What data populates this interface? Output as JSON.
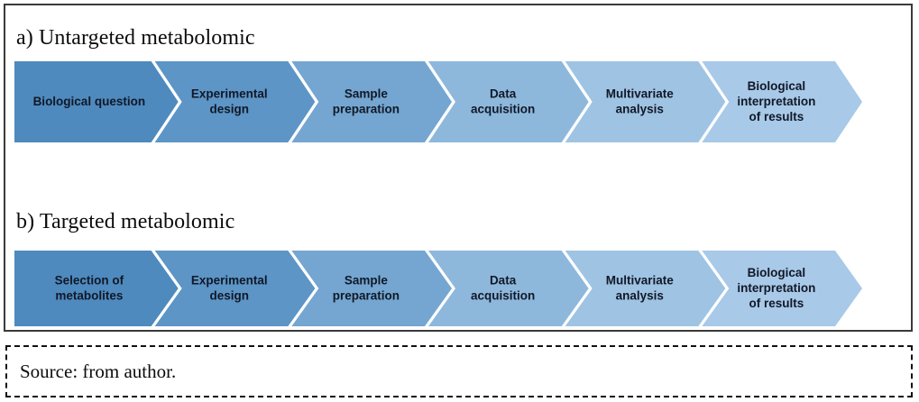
{
  "figure": {
    "border_color": "#3a3a3a",
    "background": "#ffffff"
  },
  "panels": [
    {
      "id": "untargeted",
      "title": "a) Untargeted metabolomic",
      "steps": [
        {
          "label_lines": [
            "Biological question"
          ],
          "color": "#4E8ABE"
        },
        {
          "label_lines": [
            "Experimental",
            "design"
          ],
          "color": "#5C95C6"
        },
        {
          "label_lines": [
            "Sample",
            "preparation"
          ],
          "color": "#74A6D1"
        },
        {
          "label_lines": [
            "Data",
            "acquisition"
          ],
          "color": "#8DB8DC"
        },
        {
          "label_lines": [
            "Multivariate",
            "analysis"
          ],
          "color": "#9FC3E3"
        },
        {
          "label_lines": [
            "Biological",
            "interpretation",
            "of results"
          ],
          "color": "#A8C9E8"
        }
      ]
    },
    {
      "id": "targeted",
      "title": "b) Targeted metabolomic",
      "steps": [
        {
          "label_lines": [
            "Selection of",
            "metabolites"
          ],
          "color": "#4E8ABE"
        },
        {
          "label_lines": [
            "Experimental",
            "design"
          ],
          "color": "#5C95C6"
        },
        {
          "label_lines": [
            "Sample",
            "preparation"
          ],
          "color": "#74A6D1"
        },
        {
          "label_lines": [
            "Data",
            "acquisition"
          ],
          "color": "#8DB8DC"
        },
        {
          "label_lines": [
            "Multivariate",
            "analysis"
          ],
          "color": "#9FC3E3"
        },
        {
          "label_lines": [
            "Biological",
            "interpretation",
            "of results"
          ],
          "color": "#A8C9E8"
        }
      ]
    }
  ],
  "source": {
    "text": "Source: from author."
  }
}
